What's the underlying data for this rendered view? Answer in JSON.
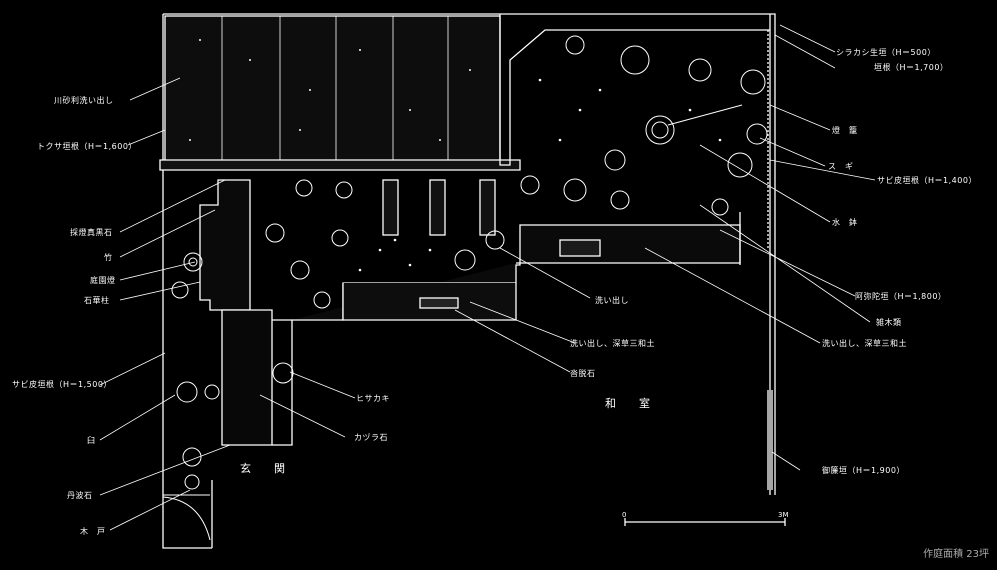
{
  "labels_left": [
    "川砂利洗い出し",
    "トクサ垣根（H＝1,600）",
    "採燈真黒石",
    "竹",
    "庭園燈",
    "石華柱",
    "サビ皮垣根（H＝1,500）",
    "臼",
    "丹波石",
    "木　戸"
  ],
  "labels_right": [
    "シラカシ生垣（H＝500）",
    "垣根（H＝1,700）",
    "燈　籠",
    "ス　ギ",
    "サビ皮垣根（H＝1,400）",
    "水　鉢",
    "阿弥陀垣（H＝1,800）",
    "雑木類",
    "洗い出し、深草三和土",
    "御簾垣（H＝1,900）"
  ],
  "labels_center": [
    "洗い出し",
    "洗い出し、深草三和土",
    "沓脱石",
    "ヒサカキ",
    "カヅラ石"
  ],
  "rooms": {
    "washitsu": "和　室",
    "genkan": "玄　関"
  },
  "scale": {
    "zero": "0",
    "end": "3M"
  },
  "area_note": "作庭面積 23坪"
}
